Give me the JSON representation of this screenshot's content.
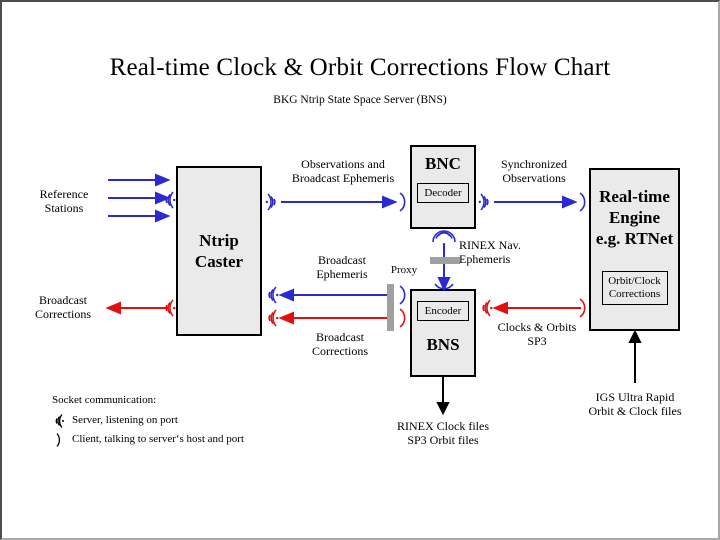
{
  "title": "Real-time Clock & Orbit Corrections Flow Chart",
  "subtitle": "BKG Ntrip State Space Server  (BNS)",
  "colors": {
    "blue": "#2a2ad0",
    "red": "#e01010",
    "black": "#000000",
    "box_fill": "#eaeaea",
    "proxy_gray": "#a0a0a0",
    "frame_dark": "#4d4d4d",
    "frame_light": "#a9a9a9"
  },
  "boxes": {
    "ntrip_caster": {
      "label": "Ntrip\nCaster"
    },
    "bnc": {
      "label": "BNC",
      "inner": "Decoder"
    },
    "bns": {
      "label": "BNS",
      "inner": "Encoder"
    },
    "rt_engine": {
      "label": "Real-time\nEngine\ne.g. RTNet",
      "inner": "Orbit/Clock\nCorrections"
    }
  },
  "labels": {
    "reference_stations": "Reference\nStations",
    "broadcast_corrections_left": "Broadcast\nCorrections",
    "observations_and_ephemeris": "Observations and\nBroadcast Ephemeris",
    "synchronized_observations": "Synchronized\nObservations",
    "broadcast_ephemeris": "Broadcast\nEphemeris",
    "broadcast_corrections_mid": "Broadcast\nCorrections",
    "proxy": "Proxy",
    "rinex_nav_ephemeris": "RINEX Nav.\nEphemeris",
    "clocks_orbits_sp3": "Clocks & Orbits\nSP3",
    "rinex_clock_files": "RINEX Clock files\nSP3 Orbit files",
    "igs_ultra_rapid": "IGS Ultra Rapid\nOrbit & Clock files"
  },
  "legend": {
    "heading": "Socket communication:",
    "items": [
      {
        "icon": "server-socket-icon",
        "text": "Server,  listening on port"
      },
      {
        "icon": "client-socket-icon",
        "text": "Client,  talking to server‘s host and port"
      }
    ]
  }
}
